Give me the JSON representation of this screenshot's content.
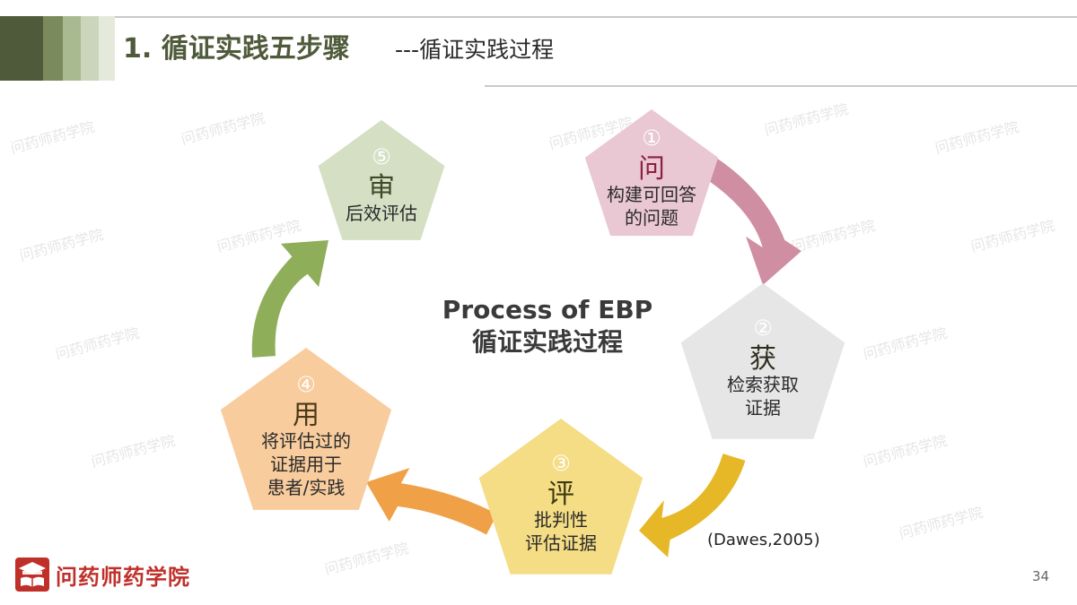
{
  "header": {
    "title": "1. 循证实践五步骤",
    "subtitle": "---循证实践过程"
  },
  "center": {
    "line1": "Process of EBP",
    "line2": "循证实践过程"
  },
  "steps": [
    {
      "num": "①",
      "char": "问",
      "lines": [
        "构建可回答",
        "的问题"
      ],
      "fill": "#e9c7d3",
      "char_color": "#8b2240",
      "num_color": "#ffffff"
    },
    {
      "num": "②",
      "char": "获",
      "lines": [
        "检索获取",
        "证据"
      ],
      "fill": "#e6e6e6",
      "char_color": "#2e2e1e",
      "num_color": "#ffffff"
    },
    {
      "num": "③",
      "char": "评",
      "lines": [
        "批判性",
        "评估证据"
      ],
      "fill": "#f5dd85",
      "char_color": "#3e3a10",
      "num_color": "#ffffff"
    },
    {
      "num": "④",
      "char": "用",
      "lines": [
        "将评估过的",
        "证据用于",
        "患者/实践"
      ],
      "fill": "#f8cc9d",
      "char_color": "#4a3a18",
      "num_color": "#ffffff"
    },
    {
      "num": "⑤",
      "char": "审",
      "lines": [
        "后效评估"
      ],
      "fill": "#d4dfc4",
      "char_color": "#3e4a28",
      "num_color": "#ffffff"
    }
  ],
  "arrows": [
    {
      "from": 1,
      "to": 2,
      "color": "#cf8ea2"
    },
    {
      "from": 2,
      "to": 3,
      "color": "#e6b828"
    },
    {
      "from": 3,
      "to": 4,
      "color": "#f0a046"
    },
    {
      "from": 4,
      "to": 5,
      "color": "#8fae5a"
    }
  ],
  "citation": "(Dawes,2005)",
  "page_number": "34",
  "logo": {
    "text": "问药师药学院",
    "icon": "school-book-icon"
  },
  "watermark": "问药师药学院",
  "header_stripe_colors": [
    "#4f5a3a",
    "#7b8a5c",
    "#a9b990",
    "#cbd5bb",
    "#e4e9dc"
  ]
}
